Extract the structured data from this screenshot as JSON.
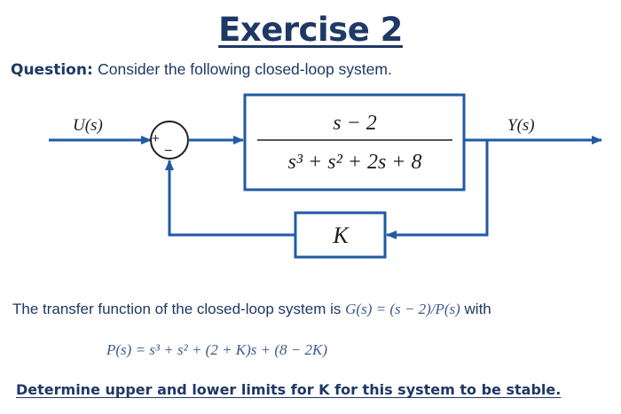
{
  "title": "Exercise 2",
  "question": {
    "label": "Question:",
    "text": "Consider the following closed-loop system."
  },
  "diagram": {
    "input_label": "U(s)",
    "output_label": "Y(s)",
    "sum_plus": "+",
    "sum_minus": "−",
    "plant_numerator": "s − 2",
    "plant_denominator": "s³ + s² + 2s + 8",
    "feedback_gain": "K",
    "line_color": "#1f5aa6",
    "arrow_color": "#1f5aa6"
  },
  "transfer": {
    "prefix": "The transfer function of the closed-loop system is",
    "formula": "G(s) = (s − 2)/P(s)",
    "suffix": "with"
  },
  "polynomial": "P(s) = s³ + s² + (2 + K)s + (8 − 2K)",
  "task": "Determine upper and lower limits for K for this system to be stable."
}
